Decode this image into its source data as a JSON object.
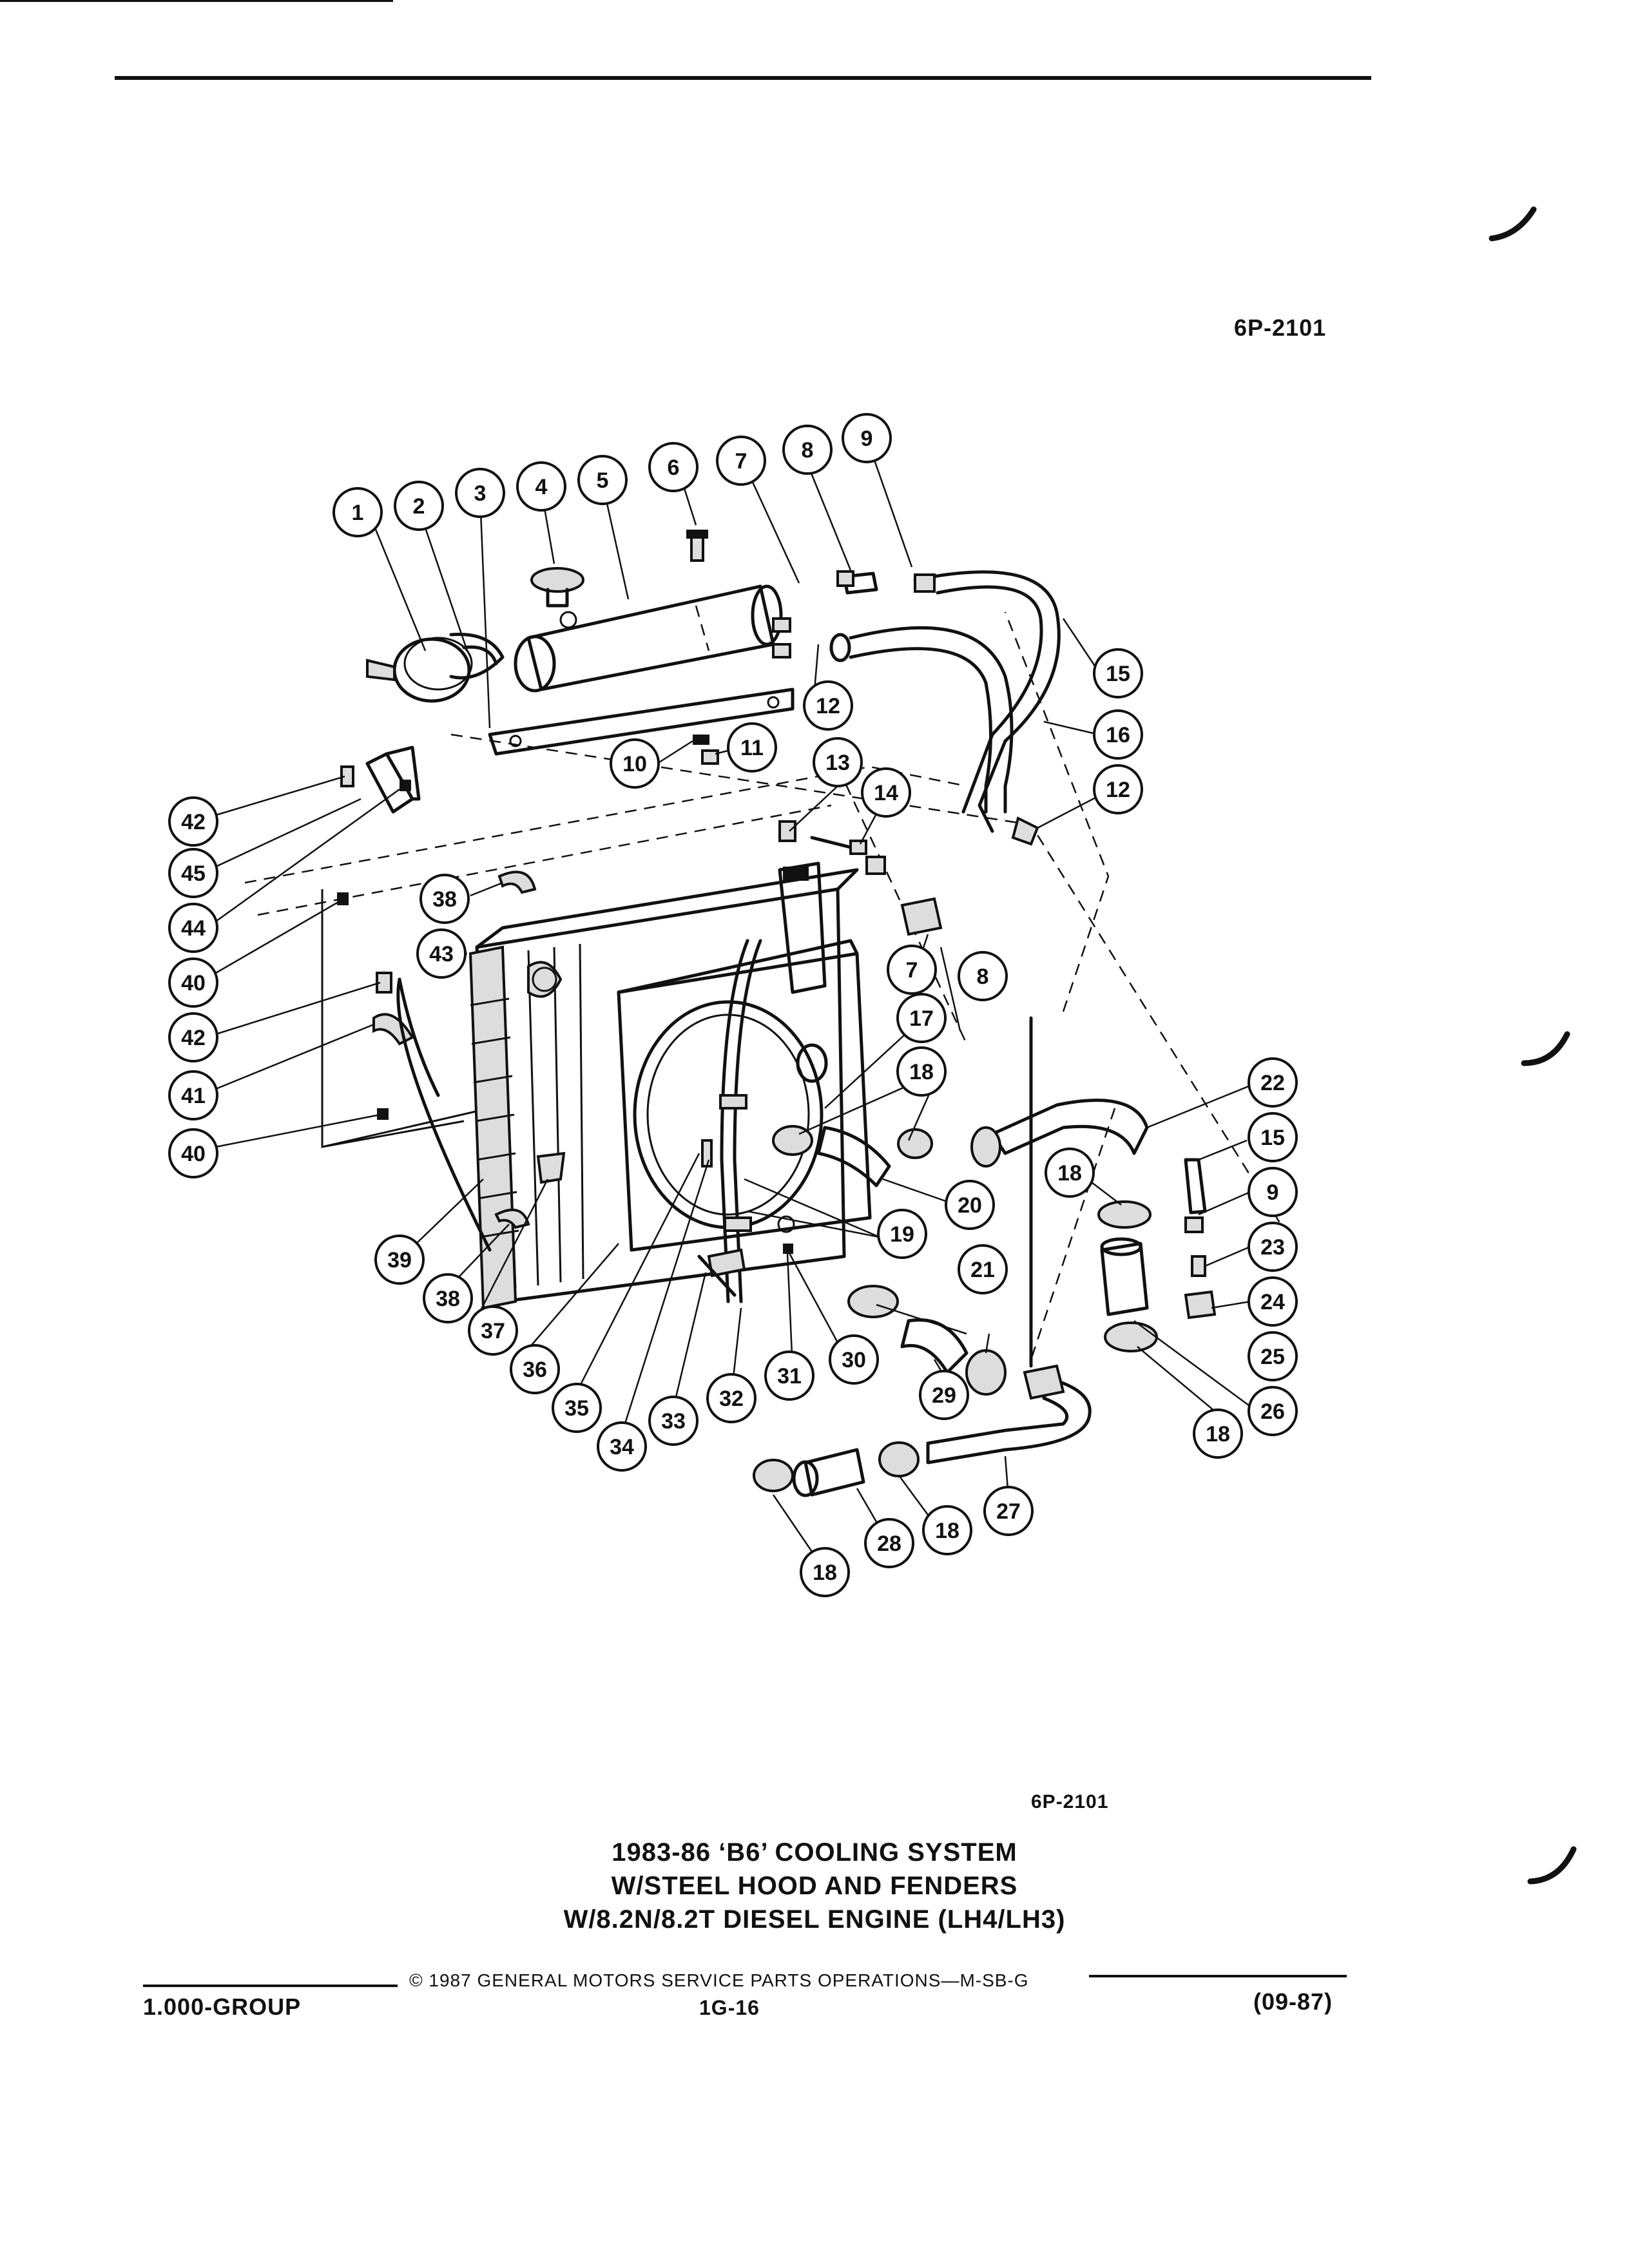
{
  "header": {
    "diagram_code_top": "6P-2101"
  },
  "callouts": [
    "1",
    "2",
    "3",
    "4",
    "5",
    "6",
    "7",
    "8",
    "9",
    "10",
    "11",
    "12",
    "13",
    "14",
    "15",
    "16",
    "17",
    "18",
    "19",
    "20",
    "21",
    "22",
    "23",
    "24",
    "25",
    "26",
    "27",
    "28",
    "29",
    "30",
    "31",
    "32",
    "33",
    "34",
    "35",
    "36",
    "37",
    "38",
    "39",
    "40",
    "41",
    "42",
    "43",
    "44",
    "45"
  ],
  "caption": {
    "diagram_code": "6P-2101",
    "line1": "1983-86 ‘B6’ COOLING SYSTEM",
    "line2": "W/STEEL HOOD AND FENDERS",
    "line3": "W/8.2N/8.2T DIESEL ENGINE (LH4/LH3)"
  },
  "footer": {
    "copyright": "©  1987  GENERAL MOTORS SERVICE PARTS OPERATIONS—M-SB-G",
    "group": "1.000-GROUP",
    "page": "1G-16",
    "date": "(09-87)"
  }
}
